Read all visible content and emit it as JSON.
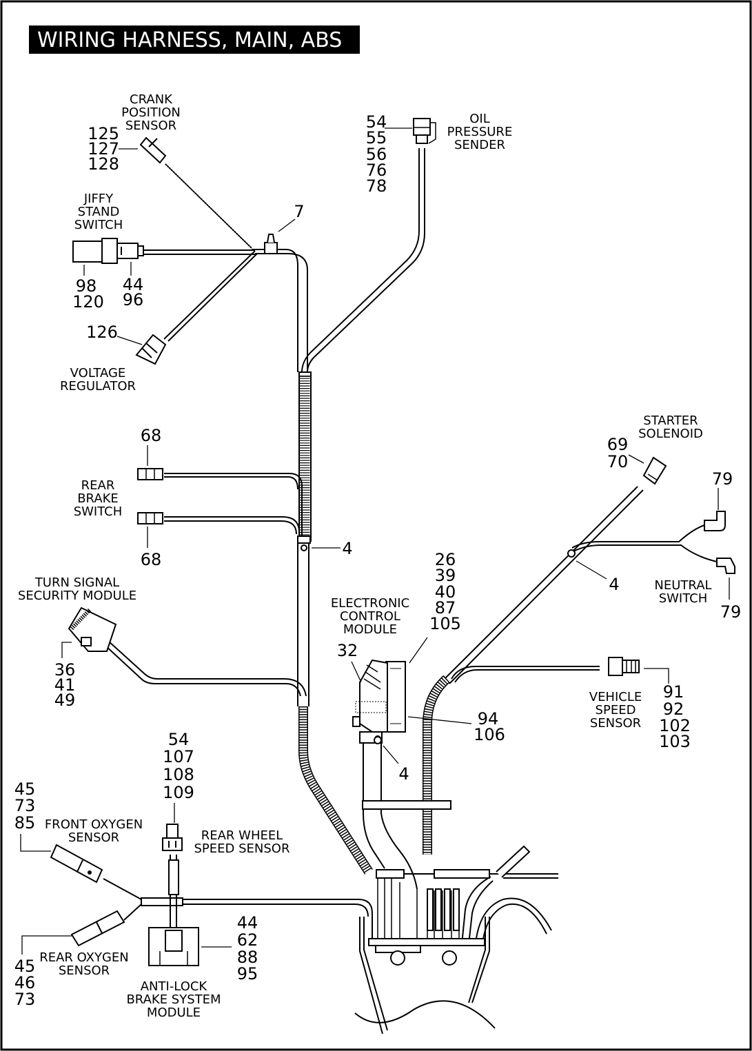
{
  "title": "WIRING HARNESS, MAIN, ABS",
  "labels": {
    "crank_position_sensor": [
      "CRANK",
      "POSITION",
      "SENSOR"
    ],
    "oil_pressure_sender": [
      "OIL",
      "PRESSURE",
      "SENDER"
    ],
    "jiffy_stand_switch": [
      "JIFFY",
      "STAND",
      "SWITCH"
    ],
    "voltage_regulator": [
      "VOLTAGE",
      "REGULATOR"
    ],
    "rear_brake_switch": [
      "REAR",
      "BRAKE",
      "SWITCH"
    ],
    "starter_solenoid": [
      "STARTER",
      "SOLENOID"
    ],
    "neutral_switch": [
      "NEUTRAL",
      "SWITCH"
    ],
    "turn_signal_security_module": [
      "TURN SIGNAL",
      "SECURITY MODULE"
    ],
    "electronic_control_module": [
      "ELECTRONIC",
      "CONTROL",
      "MODULE"
    ],
    "vehicle_speed_sensor": [
      "VEHICLE",
      "SPEED",
      "SENSOR"
    ],
    "front_oxygen_sensor": [
      "FRONT OXYGEN",
      "SENSOR"
    ],
    "rear_wheel_speed_sensor": [
      "REAR WHEEL",
      "SPEED SENSOR"
    ],
    "rear_oxygen_sensor": [
      "REAR OXYGEN",
      "SENSOR"
    ],
    "anti_lock_brake_system_module": [
      "ANTI-LOCK",
      "BRAKE SYSTEM",
      "MODULE"
    ]
  },
  "callouts": {
    "crank": [
      "125",
      "127",
      "128"
    ],
    "oil": [
      "54",
      "55",
      "56",
      "76",
      "78"
    ],
    "clip_top": [
      "7"
    ],
    "jiffy_left": [
      "98",
      "120"
    ],
    "jiffy_right": [
      "44",
      "96"
    ],
    "voltage": [
      "126"
    ],
    "brake_top": [
      "68"
    ],
    "brake_bottom": [
      "68"
    ],
    "clip_mid": [
      "4"
    ],
    "starter": [
      "69",
      "70"
    ],
    "neutral_top": [
      "79"
    ],
    "neutral_bottom": [
      "79"
    ],
    "clip_right": [
      "4"
    ],
    "turn_signal": [
      "36",
      "41",
      "49"
    ],
    "ecm_top": [
      "26",
      "39",
      "40",
      "87",
      "105"
    ],
    "ecm_left": [
      "32"
    ],
    "ecm_right": [
      "94",
      "106"
    ],
    "clip_ecm": [
      "4"
    ],
    "vss": [
      "91",
      "92",
      "102",
      "103"
    ],
    "rear_wheel": [
      "54",
      "107",
      "108",
      "109"
    ],
    "front_o2": [
      "45",
      "73",
      "85"
    ],
    "rear_o2": [
      "45",
      "46",
      "73"
    ],
    "abs": [
      "44",
      "62",
      "88",
      "95"
    ]
  }
}
